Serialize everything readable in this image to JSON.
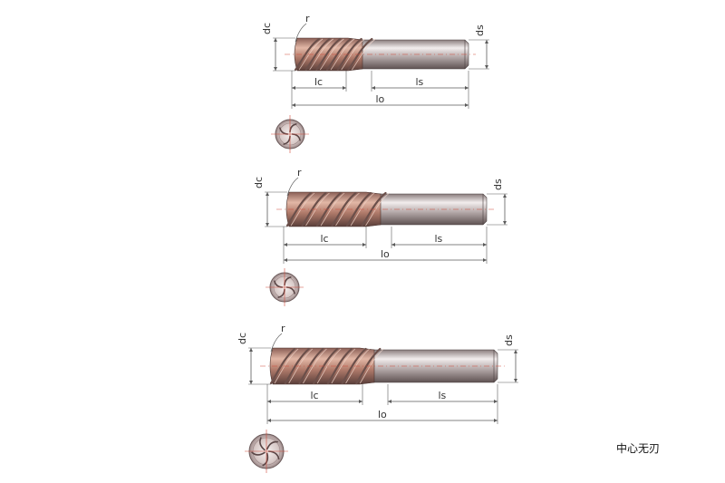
{
  "colors": {
    "shank_dark": "#7d6f70",
    "shank_light": "#e6dfdf",
    "flute_copper": "#b07a6a",
    "flute_dark": "#6b4f4a",
    "dimension_line": "#5a5a5a",
    "center_mark": "#d04a3a"
  },
  "tools": [
    {
      "label_dc": "dc",
      "label_r": "r",
      "label_ds": "ds",
      "label_lc": "lc",
      "label_ls": "ls",
      "label_lo": "lo",
      "flutes": 4
    },
    {
      "label_dc": "dc",
      "label_r": "r",
      "label_ds": "ds",
      "label_lc": "lc",
      "label_ls": "ls",
      "label_lo": "lo",
      "flutes": 4
    },
    {
      "label_dc": "dc",
      "label_r": "r",
      "label_ds": "ds",
      "label_lc": "lc",
      "label_ls": "ls",
      "label_lo": "lo",
      "flutes": 5
    }
  ],
  "note": "中心无刃"
}
